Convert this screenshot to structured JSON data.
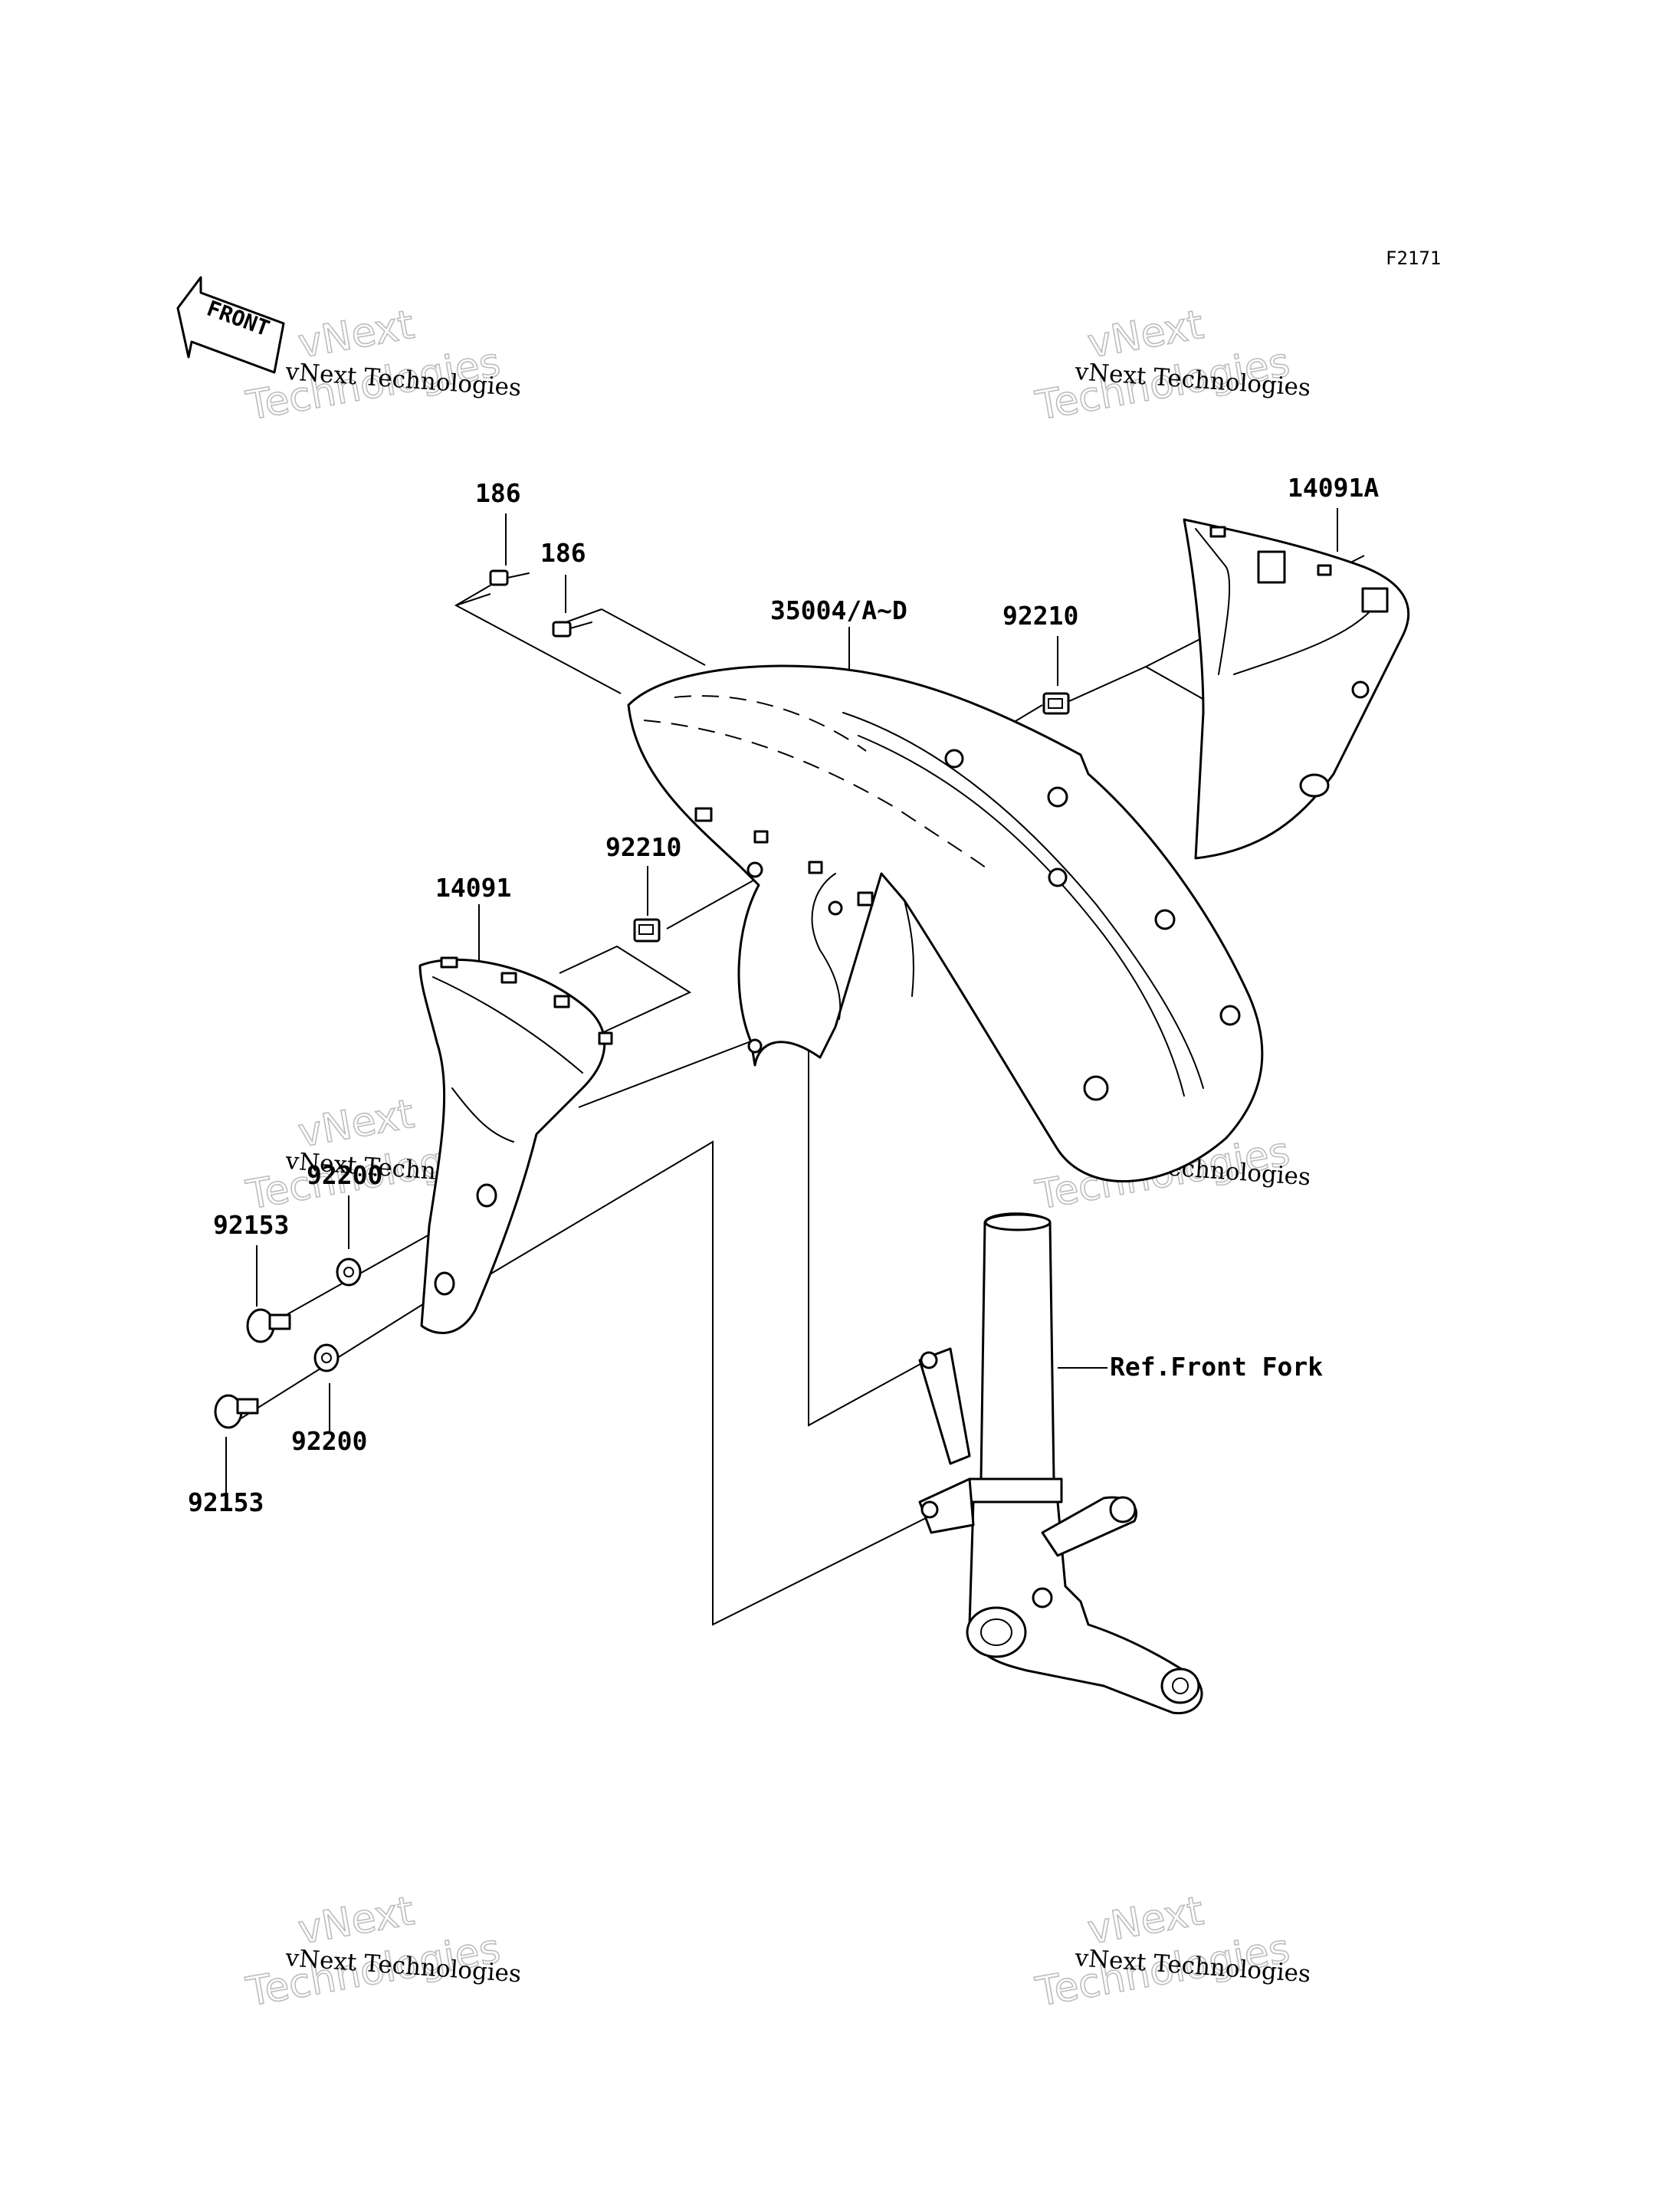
{
  "figure_code": "F2171",
  "front_indicator": "FRONT",
  "watermark": {
    "line1": "vNext",
    "line2": "vNext Technologies",
    "line3": "Technologies"
  },
  "labels": {
    "bolt_186_a": "186",
    "bolt_186_b": "186",
    "fender": "35004/A~D",
    "nut_92210_right": "92210",
    "cover_right": "14091A",
    "nut_92210_left": "92210",
    "cover_left": "14091",
    "washer_92200_top": "92200",
    "bolt_92153_top": "92153",
    "washer_92200_bottom": "92200",
    "bolt_92153_bottom": "92153",
    "front_fork_ref": "Ref.Front Fork"
  }
}
